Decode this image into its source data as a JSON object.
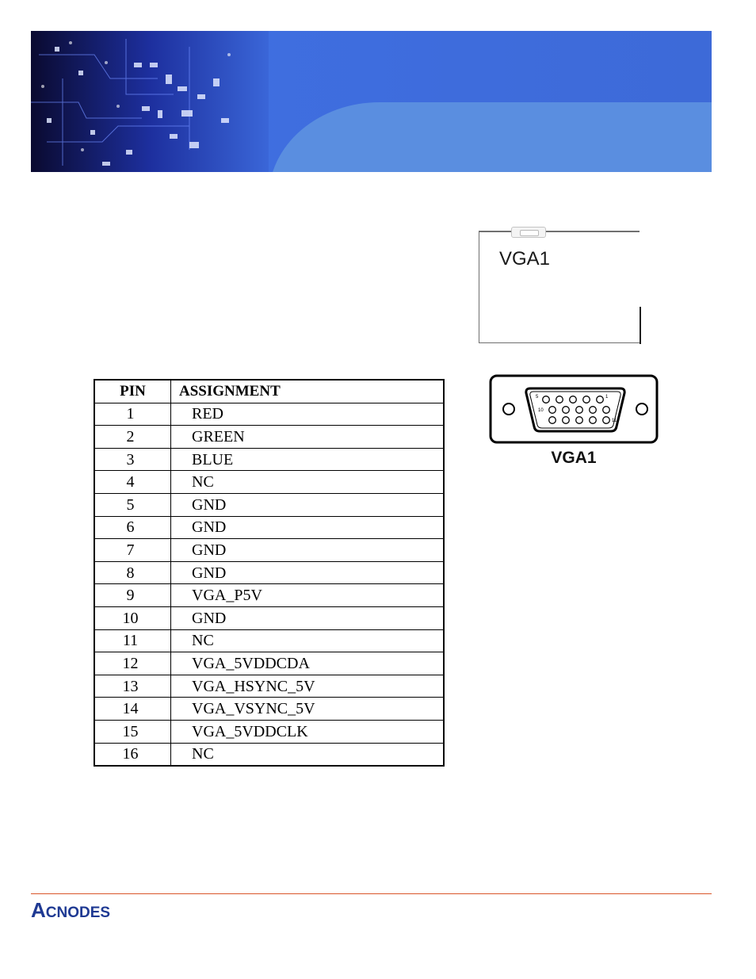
{
  "location_diagram": {
    "label": "VGA1"
  },
  "connector": {
    "label": "VGA1"
  },
  "pin_table": {
    "headers": {
      "pin": "PIN",
      "assignment": "ASSIGNMENT"
    },
    "rows": [
      {
        "pin": "1",
        "assignment": "RED"
      },
      {
        "pin": "2",
        "assignment": "GREEN"
      },
      {
        "pin": "3",
        "assignment": "BLUE"
      },
      {
        "pin": "4",
        "assignment": "NC"
      },
      {
        "pin": "5",
        "assignment": "GND"
      },
      {
        "pin": "6",
        "assignment": "GND"
      },
      {
        "pin": "7",
        "assignment": "GND"
      },
      {
        "pin": "8",
        "assignment": "GND"
      },
      {
        "pin": "9",
        "assignment": "VGA_P5V"
      },
      {
        "pin": "10",
        "assignment": "GND"
      },
      {
        "pin": "11",
        "assignment": "NC"
      },
      {
        "pin": "12",
        "assignment": "VGA_5VDDCDA"
      },
      {
        "pin": "13",
        "assignment": "VGA_HSYNC_5V"
      },
      {
        "pin": "14",
        "assignment": "VGA_VSYNC_5V"
      },
      {
        "pin": "15",
        "assignment": "VGA_5VDDCLK"
      },
      {
        "pin": "16",
        "assignment": "NC"
      }
    ]
  },
  "footer": {
    "logo_initial": "A",
    "logo_rest": "CNODES",
    "rule_color": "#d9552a",
    "logo_color": "#1f3a93"
  }
}
